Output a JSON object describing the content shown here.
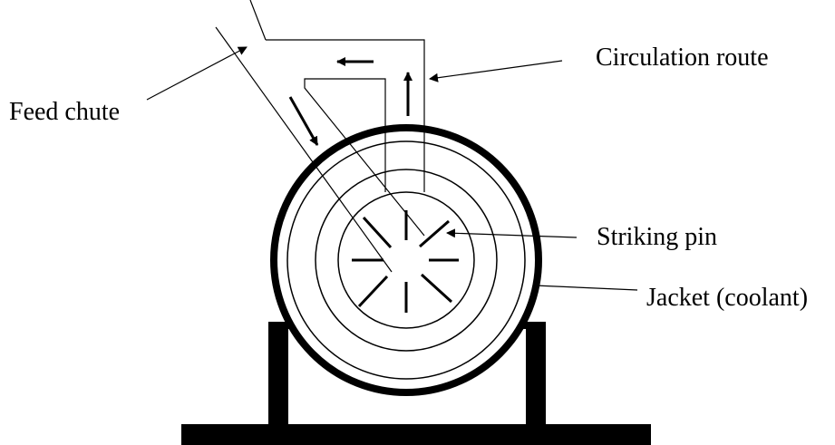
{
  "labels": {
    "feed_chute": "Feed chute",
    "circulation_route": "Circulation route",
    "striking_pin": "Striking pin",
    "jacket": "Jacket (coolant)"
  },
  "colors": {
    "ink": "#000000",
    "paper": "#ffffff"
  }
}
